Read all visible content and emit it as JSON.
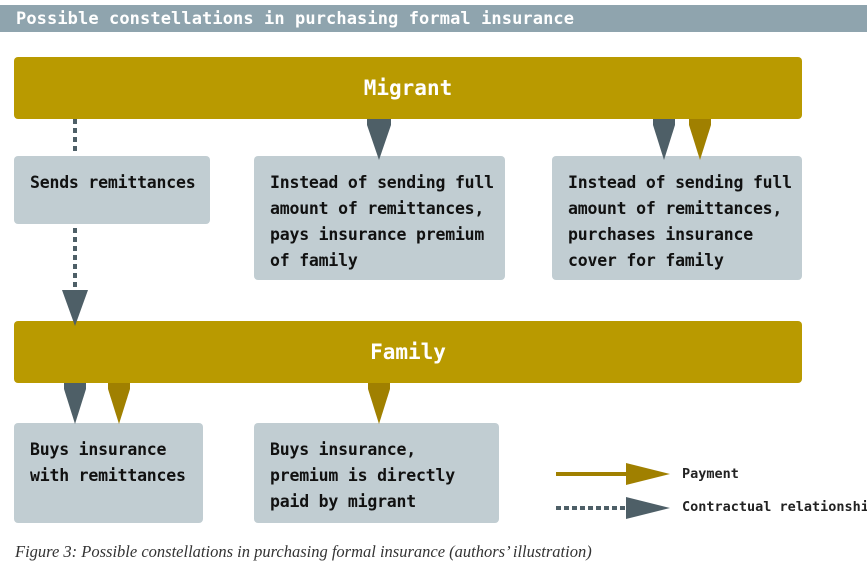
{
  "header": {
    "title": "Possible constellations in purchasing formal insurance"
  },
  "bands": {
    "migrant": "Migrant",
    "family": "Family"
  },
  "boxes": {
    "sends": [
      "Sends remittances"
    ],
    "pays_premium": [
      "Instead of sending full",
      "amount of remittances,",
      "pays insurance premium",
      "of family"
    ],
    "purchases_cover": [
      "Instead of sending full",
      "amount of remittances,",
      "purchases insurance",
      "cover for family"
    ],
    "buys_with_remittances": [
      "Buys insurance",
      "with remittances"
    ],
    "buys_paid_by_migrant": [
      "Buys insurance,",
      "premium is directly",
      "paid by migrant"
    ]
  },
  "legend": {
    "payment": "Payment",
    "contractual": "Contractual relationship"
  },
  "colors": {
    "payment": "#a08000",
    "contractual": "#4e5f67",
    "band": "#b99a00",
    "box": "#c1cdd2",
    "header": "#8fa4ae"
  },
  "caption": "Figure 3: Possible constellations in purchasing formal insurance (authors’ illustration)"
}
